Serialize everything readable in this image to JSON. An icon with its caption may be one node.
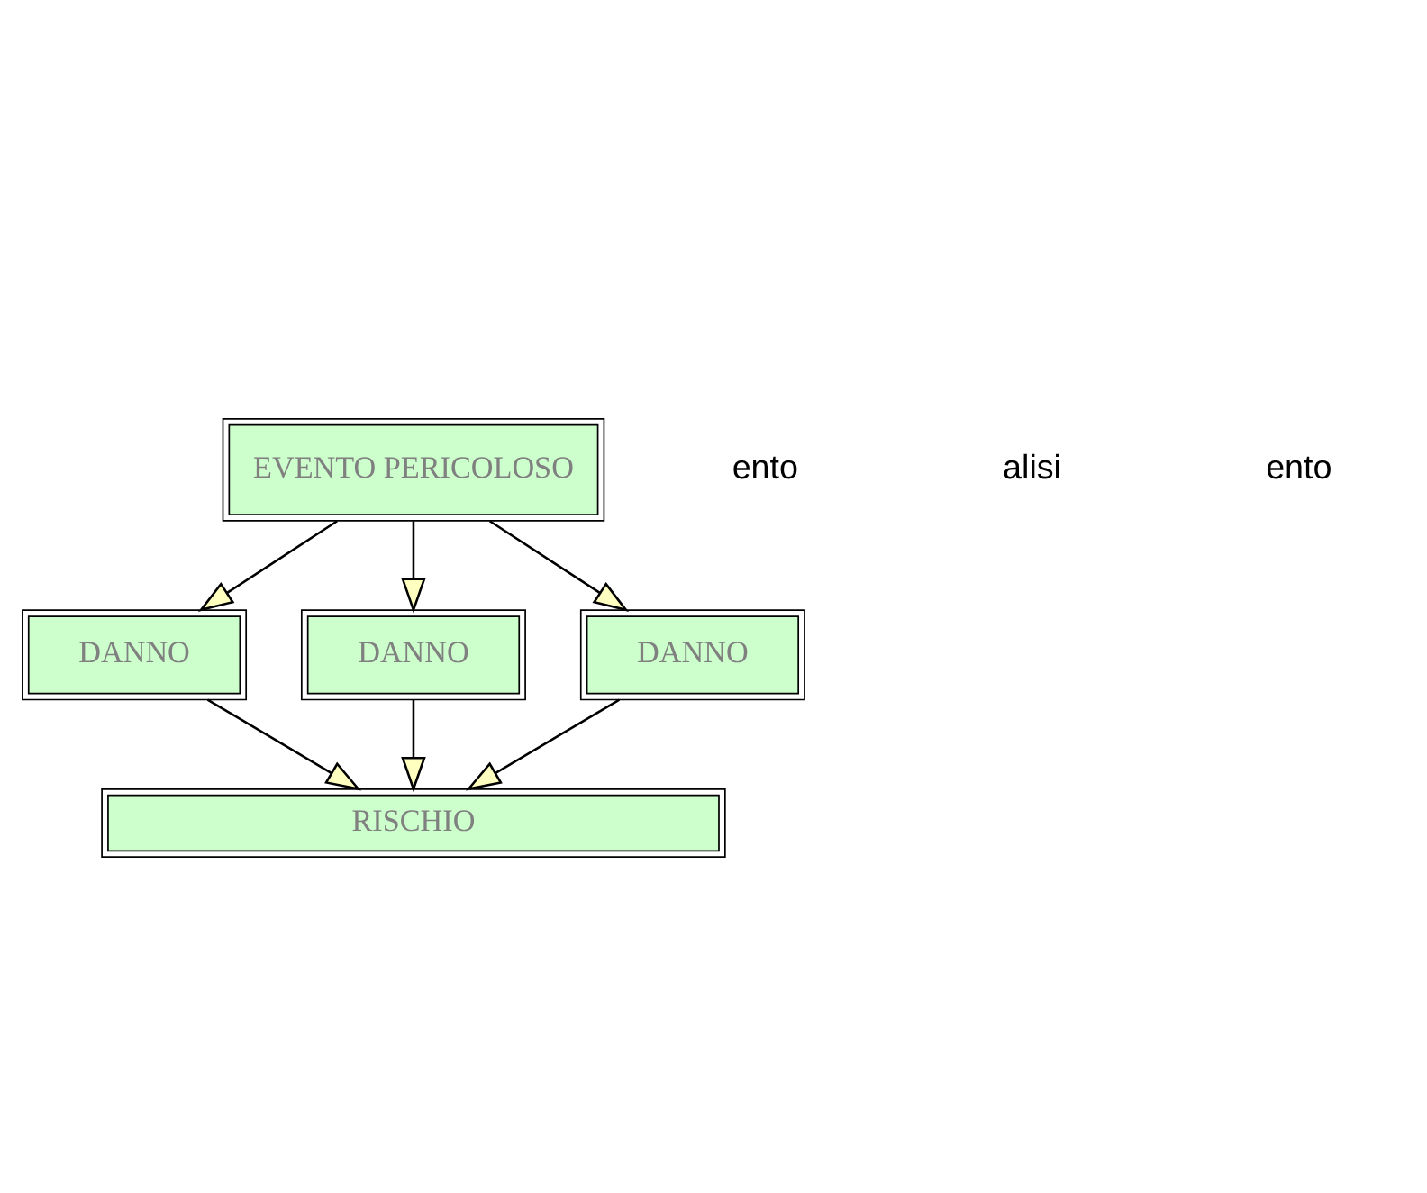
{
  "diagram": {
    "nodes": [
      {
        "text": [
          "EVENTO PERICOLOSO"
        ]
      },
      {
        "text": [
          "DANNO"
        ]
      },
      {
        "text": [
          "DANNO"
        ]
      },
      {
        "text": [
          "DANNO"
        ]
      },
      {
        "text": [
          "RISCHIO"
        ]
      }
    ],
    "edges": [
      {
        "from": 0,
        "to": 1,
        "arrow": "to"
      },
      {
        "from": 0,
        "to": 2,
        "arrow": "to"
      },
      {
        "from": 0,
        "to": 3,
        "arrow": "to"
      },
      {
        "from": 1,
        "to": 4,
        "arrow": "to"
      },
      {
        "from": 2,
        "to": 4,
        "arrow": "to"
      },
      {
        "from": 3,
        "to": 4,
        "arrow": "to"
      }
    ],
    "labels": [
      "ento",
      "alisi",
      "ento"
    ]
  }
}
